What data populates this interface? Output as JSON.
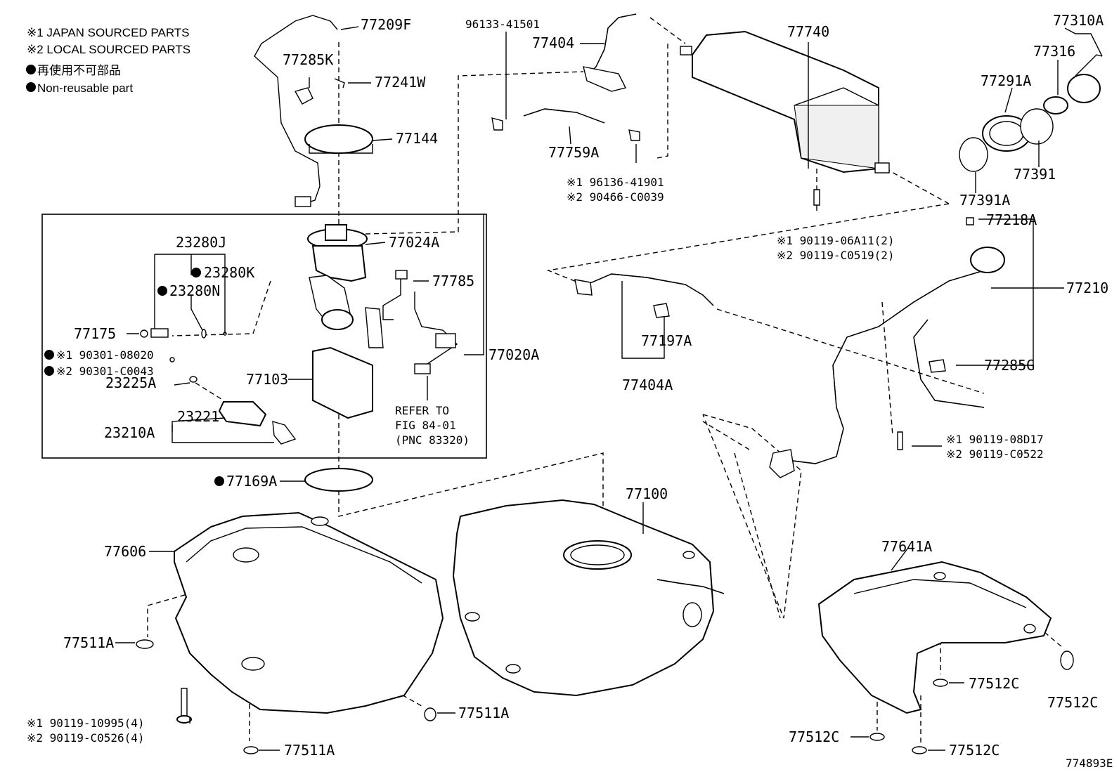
{
  "legend": {
    "note1": "※1 JAPAN SOURCED PARTS",
    "note2": "※2 LOCAL SOURCED PARTS",
    "note3": "● 再使用不可部品",
    "note4": "● Non-reusable part"
  },
  "parts": {
    "p77209F": "77209F",
    "p77285K": "77285K",
    "p77241W": "77241W",
    "p77144": "77144",
    "p96133": "96133-41501",
    "p77404": "77404",
    "p77759A": "77759A",
    "p96136": "※1 96136-41901",
    "p90466": "※2 90466-C0039",
    "p77740": "77740",
    "p77310A": "77310A",
    "p77316": "77316",
    "p77291A": "77291A",
    "p77391": "77391",
    "p77391A": "77391A",
    "p77218A": "77218A",
    "p77210": "77210",
    "p77285G": "77285G",
    "p90119_06A11": "※1 90119-06A11(2)",
    "p90119_C0519": "※2 90119-C0519(2)",
    "p23280J": "23280J",
    "p23280K": "23280K",
    "p23280N": "23280N",
    "p77175": "77175",
    "p90301_08020": "※1 90301-08020",
    "p90301_C0043": "※2 90301-C0043",
    "p23225A": "23225A",
    "p23221": "23221",
    "p23210A": "23210A",
    "p77024A": "77024A",
    "p77785": "77785",
    "p77020A": "77020A",
    "p77103": "77103",
    "refer1": "REFER TO",
    "refer2": "FIG 84-01",
    "refer3": "(PNC 83320)",
    "p77169A": "77169A",
    "p77197A": "77197A",
    "p77404A": "77404A",
    "p90119_08D17": "※1 90119-08D17",
    "p90119_C0522": "※2 90119-C0522",
    "p77100": "77100",
    "p77606": "77606",
    "p77511A_1": "77511A",
    "p77511A_2": "77511A",
    "p77511A_3": "77511A",
    "p90119_10995": "※1 90119-10995(4)",
    "p90119_C0526": "※2 90119-C0526(4)",
    "p77641A": "77641A",
    "p77512C_1": "77512C",
    "p77512C_2": "77512C",
    "p77512C_3": "77512C",
    "p77512C_4": "77512C",
    "figure_id": "774893E"
  }
}
